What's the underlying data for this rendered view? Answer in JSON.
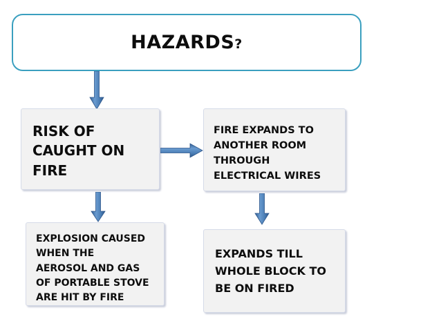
{
  "diagram": {
    "type": "flowchart",
    "title_node": {
      "label": "HAZARDS",
      "suffix": "?",
      "border_color": "#3a9fbf",
      "shape": "rounded-rectangle"
    },
    "nodes": [
      {
        "id": "risk",
        "label": "RISK OF\nCAUGHT ON\nFIRE",
        "fill": "#f2f2f2",
        "border_color": "#d6dbe8"
      },
      {
        "id": "expand-room",
        "label": "FIRE EXPANDS TO\nANOTHER ROOM\nTHROUGH\nELECTRICAL WIRES",
        "fill": "#f2f2f2",
        "border_color": "#d6dbe8"
      },
      {
        "id": "explosion",
        "label": "EXPLOSION CAUSED\nWHEN THE\nAEROSOL AND GAS\nOF PORTABLE STOVE\nARE HIT BY FIRE",
        "fill": "#f2f2f2",
        "border_color": "#d6dbe8"
      },
      {
        "id": "whole-block",
        "label": "EXPANDS TILL\nWHOLE BLOCK TO\nBE ON FIRED",
        "fill": "#f2f2f2",
        "border_color": "#d6dbe8"
      }
    ],
    "arrows": [
      {
        "id": "title-to-risk",
        "from": "hazards",
        "to": "risk",
        "direction": "down",
        "color": "#4a7eb5"
      },
      {
        "id": "risk-to-expand",
        "from": "risk",
        "to": "expand-room",
        "direction": "right",
        "color": "#4a7eb5"
      },
      {
        "id": "risk-to-explosion",
        "from": "risk",
        "to": "explosion",
        "direction": "down",
        "color": "#4a7eb5"
      },
      {
        "id": "expand-to-block",
        "from": "expand-room",
        "to": "whole-block",
        "direction": "down",
        "color": "#4a7eb5"
      }
    ]
  }
}
